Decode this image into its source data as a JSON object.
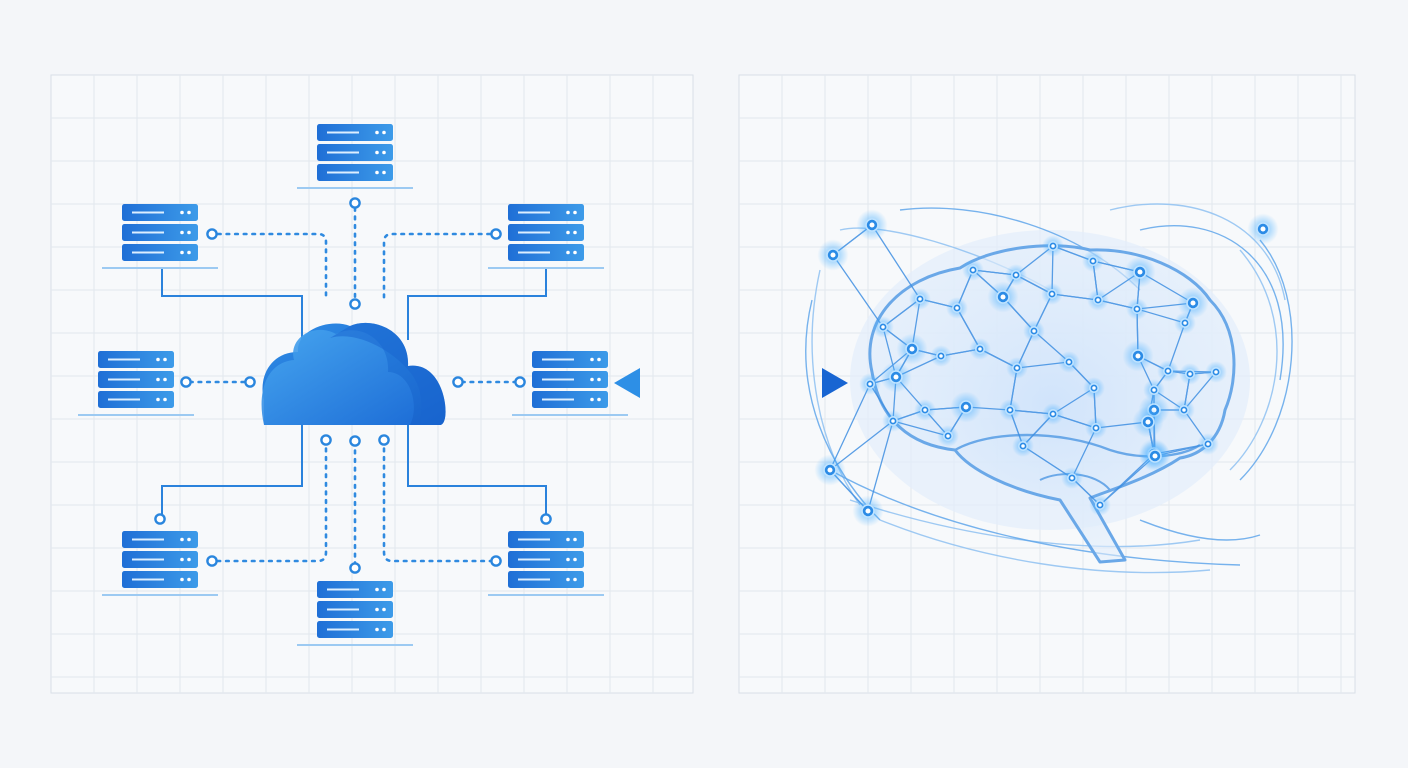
{
  "colors": {
    "background": "#f4f6f9",
    "panel": "#f7f9fb",
    "grid": "#e2e7ee",
    "grid_border": "#d9dfe7",
    "server_dark": "#1f6fd6",
    "server_light": "#3d9be9",
    "cloud_dark": "#1e6fd8",
    "cloud_light": "#49a8f0",
    "line": "#2f8ae0",
    "dot": "#3a9ae6",
    "brain_outline": "#6aa8e8",
    "brain_fill": "#d9e8fa",
    "node_glow": "#4ab0ff",
    "arrow": "#1f78db"
  },
  "panels": [
    {
      "name": "cloud-network-panel",
      "icon": "cloud-icon"
    },
    {
      "name": "neural-brain-panel",
      "icon": "brain-icon"
    }
  ],
  "servers": [
    {
      "name": "server-top",
      "icon": "server-rack-icon",
      "link": "dotted"
    },
    {
      "name": "server-upper-left",
      "icon": "server-rack-icon",
      "link": "dotted-and-solid"
    },
    {
      "name": "server-upper-right",
      "icon": "server-rack-icon",
      "link": "dotted-and-solid"
    },
    {
      "name": "server-mid-left",
      "icon": "server-rack-icon",
      "link": "dotted"
    },
    {
      "name": "server-mid-right",
      "icon": "server-rack-icon",
      "link": "dotted"
    },
    {
      "name": "server-lower-left",
      "icon": "server-rack-icon",
      "link": "dotted-and-solid"
    },
    {
      "name": "server-lower-right",
      "icon": "server-rack-icon",
      "link": "dotted-and-solid"
    },
    {
      "name": "server-bottom",
      "icon": "server-rack-icon",
      "link": "dotted"
    }
  ],
  "connector": {
    "icon": "double-arrow-icon",
    "direction": "bidirectional"
  }
}
